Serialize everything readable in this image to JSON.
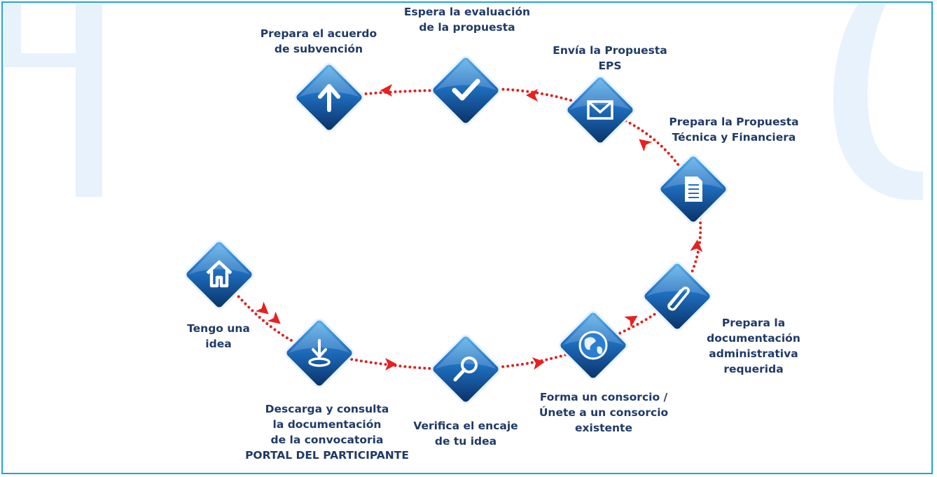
{
  "colors": {
    "frame": "#1fa3e0",
    "watermark": "#e8f2fc",
    "path_dots": "#e02020",
    "arrow": "#e82020",
    "icon_dark": "#0d3f7e",
    "icon_light": "#3d9be0",
    "label": "#1f3a68"
  },
  "steps": [
    {
      "id": "idea",
      "icon": "house-icon",
      "lines": [
        "Tengo una",
        "idea"
      ]
    },
    {
      "id": "descarga",
      "icon": "download-icon",
      "lines": [
        "Descarga y consulta",
        "la documentación",
        "de la convocatoria",
        "PORTAL DEL PARTICIPANTE"
      ]
    },
    {
      "id": "verifica",
      "icon": "magnifier-icon",
      "lines": [
        "Verifica el encaje",
        "de tu idea"
      ]
    },
    {
      "id": "consorcio",
      "icon": "globe-icon",
      "lines": [
        "Forma un consorcio /",
        "Únete a un consorcio",
        "existente"
      ]
    },
    {
      "id": "admin",
      "icon": "paperclip-icon",
      "lines": [
        "Prepara la",
        "documentación",
        "administrativa",
        "requerida"
      ]
    },
    {
      "id": "tecnica",
      "icon": "document-icon",
      "lines": [
        "Prepara la Propuesta",
        "Técnica y Financiera"
      ]
    },
    {
      "id": "envia",
      "icon": "envelope-icon",
      "lines": [
        "Envía la Propuesta",
        "EPS"
      ]
    },
    {
      "id": "evaluacion",
      "icon": "checkmark-icon",
      "lines": [
        "Espera la evaluación",
        "de la propuesta"
      ]
    },
    {
      "id": "subvencion",
      "icon": "arrow-up-icon",
      "lines": [
        "Prepara el acuerdo",
        "de subvención"
      ]
    }
  ]
}
